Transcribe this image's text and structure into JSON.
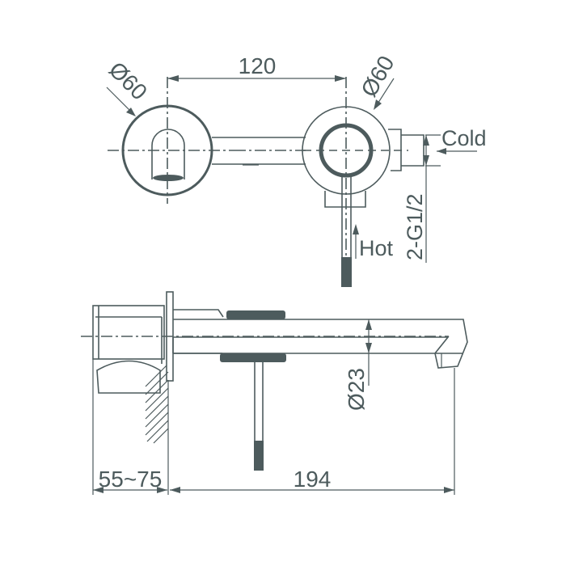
{
  "drawing": {
    "title": "Wall-mounted basin mixer technical drawing",
    "line_color": "#4d5b5d",
    "background": "#ffffff",
    "front_view": {
      "dim_spacing": "120",
      "dim_left_diameter": "Ø60",
      "dim_right_diameter": "Ø60",
      "label_cold": "Cold",
      "label_hot": "Hot",
      "dim_connection": "2-G1/2"
    },
    "side_view": {
      "dim_spout_diameter": "Ø23",
      "dim_wall_depth": "55~75",
      "dim_spout_length": "194"
    }
  }
}
